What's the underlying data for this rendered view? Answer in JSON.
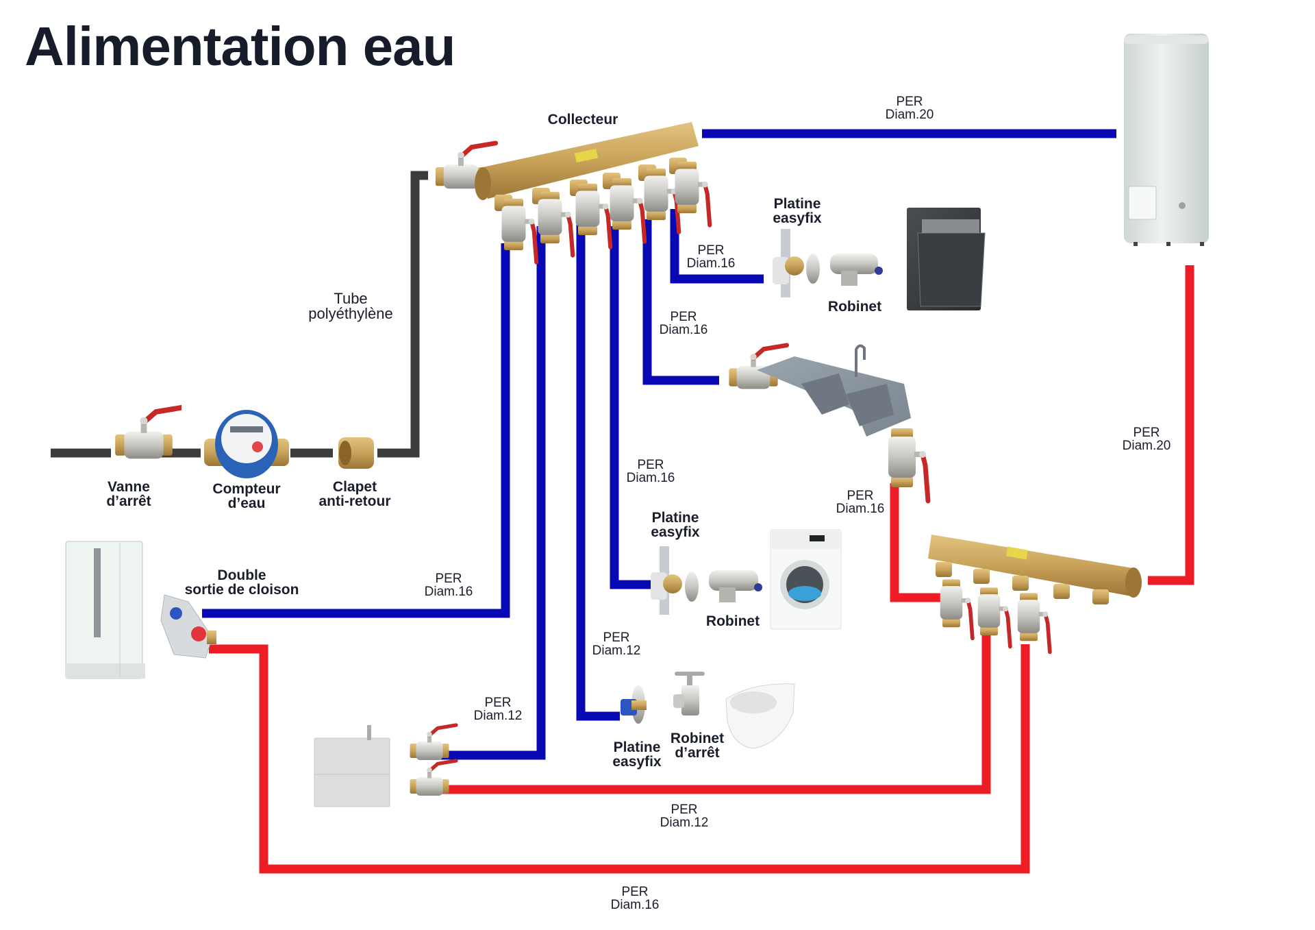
{
  "title": "Alimentation eau",
  "colors": {
    "cold_pipe": "#0808b4",
    "hot_pipe": "#ee1c25",
    "supply_pipe": "#3c3c3c",
    "brass": "#c9a35a",
    "valve_handle": "#c62828",
    "text": "#1a1d2b"
  },
  "supply_line": {
    "components": [
      {
        "id": "vanne",
        "line1": "Vanne",
        "line2": "d’arrêt",
        "icon": "ball-valve-icon"
      },
      {
        "id": "compteur",
        "line1": "Compteur",
        "line2": "d’eau",
        "icon": "water-meter-icon"
      },
      {
        "id": "clapet",
        "line1": "Clapet",
        "line2": "anti-retour",
        "icon": "check-valve-icon"
      }
    ],
    "tube_label": {
      "line1": "Tube",
      "line2": "polyéthylène"
    }
  },
  "collecteur_label": "Collecteur",
  "fixtures": {
    "dishwasher": {
      "platine": {
        "line1": "Platine",
        "line2": "easyfix"
      },
      "robinet": "Robinet"
    },
    "washing_machine": {
      "platine": {
        "line1": "Platine",
        "line2": "easyfix"
      },
      "robinet": "Robinet"
    },
    "toilet": {
      "platine": {
        "line1": "Platine",
        "line2": "easyfix"
      },
      "robinet": {
        "line1": "Robinet",
        "line2": "d’arrêt"
      }
    },
    "shower": {
      "sortie": {
        "line1": "Double",
        "line2": "sortie de cloison"
      }
    }
  },
  "pipe_labels": [
    {
      "id": "cold-to-heater",
      "line1": "PER",
      "line2": "Diam.20"
    },
    {
      "id": "cold-dishwasher",
      "line1": "PER",
      "line2": "Diam.16"
    },
    {
      "id": "cold-sink",
      "line1": "PER",
      "line2": "Diam.16"
    },
    {
      "id": "cold-washer",
      "line1": "PER",
      "line2": "Diam.16"
    },
    {
      "id": "cold-toilet",
      "line1": "PER",
      "line2": "Diam.12"
    },
    {
      "id": "cold-shower",
      "line1": "PER",
      "line2": "Diam.16"
    },
    {
      "id": "cold-vanity",
      "line1": "PER",
      "line2": "Diam.12"
    },
    {
      "id": "hot-from-heater",
      "line1": "PER",
      "line2": "Diam.20"
    },
    {
      "id": "hot-sink",
      "line1": "PER",
      "line2": "Diam.16"
    },
    {
      "id": "hot-vanity",
      "line1": "PER",
      "line2": "Diam.12"
    },
    {
      "id": "hot-shower",
      "line1": "PER",
      "line2": "Diam.16"
    }
  ]
}
